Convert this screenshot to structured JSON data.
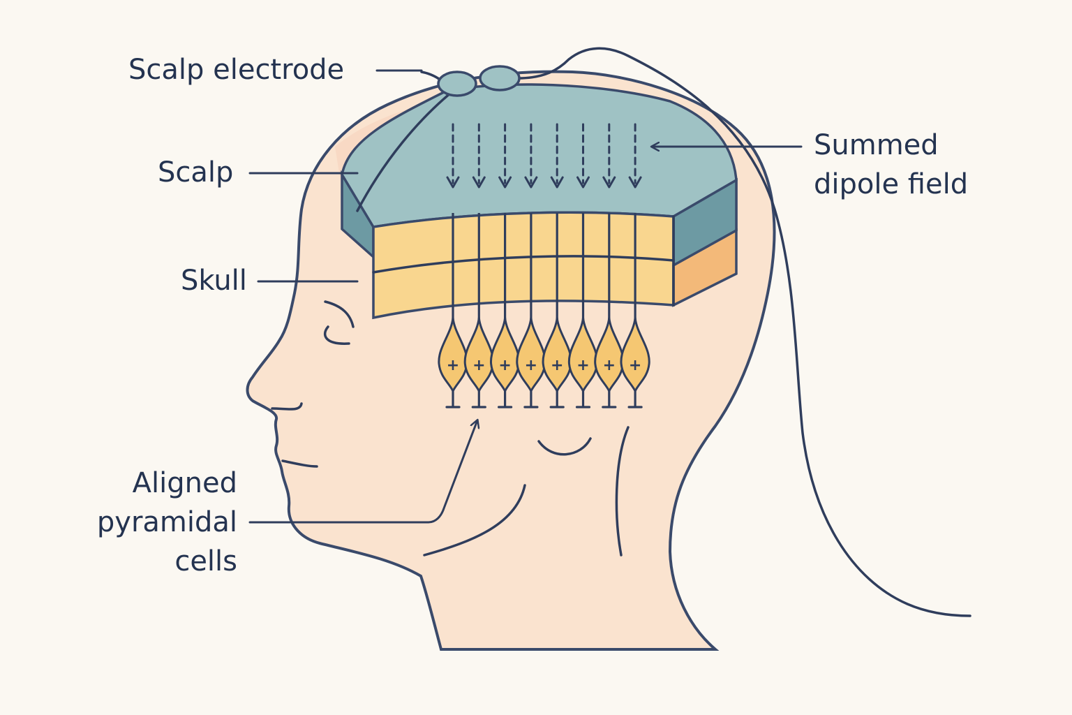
{
  "labels": {
    "scalp_electrode": "Scalp electrode",
    "scalp": "Scalp",
    "skull": "Skull",
    "summed_dipole_field": [
      "Summed",
      "dipole field"
    ],
    "aligned_pyramidal_cells": [
      "Aligned",
      "pyramidal",
      "cells"
    ]
  },
  "cells": {
    "count": 8,
    "sign": "+"
  },
  "colors": {
    "background": "#fbf8f2",
    "skin": "#fae3cf",
    "outline": "#2f3d5c",
    "scalp_top": "#9fc2c4",
    "scalp_side": "#6d9aa3",
    "skull_front": "#f9d68f",
    "skull_side": "#f3b979",
    "neuron": "#f5c772"
  }
}
